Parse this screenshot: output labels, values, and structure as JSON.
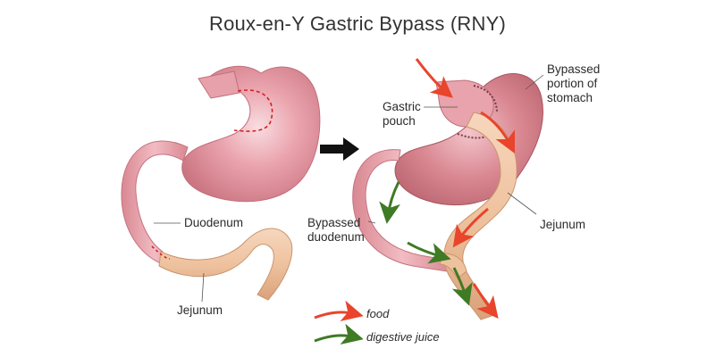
{
  "title": "Roux-en-Y Gastric Bypass (RNY)",
  "labels": {
    "duodenum": "Duodenum",
    "jejunum_left": "Jejunum",
    "gastric_pouch_1": "Gastric",
    "gastric_pouch_2": "pouch",
    "bypassed_stomach_1": "Bypassed",
    "bypassed_stomach_2": "portion of",
    "bypassed_stomach_3": "stomach",
    "bypassed_duodenum_1": "Bypassed",
    "bypassed_duodenum_2": "duodenum",
    "jejunum_right": "Jejunum"
  },
  "legend": {
    "food": "food",
    "digestive_juice": "digestive juice"
  },
  "colors": {
    "stomach": "#e59aa4",
    "stomach_dark": "#c8737f",
    "duodenum": "#e8a5ae",
    "jejunum": "#f1c8a6",
    "jejunum_dark": "#d9a27a",
    "food_arrow": "#e8452c",
    "juice_arrow": "#3f7a25",
    "incision": "#d42027"
  },
  "icons": {
    "process_arrow": "right-arrow-icon"
  }
}
